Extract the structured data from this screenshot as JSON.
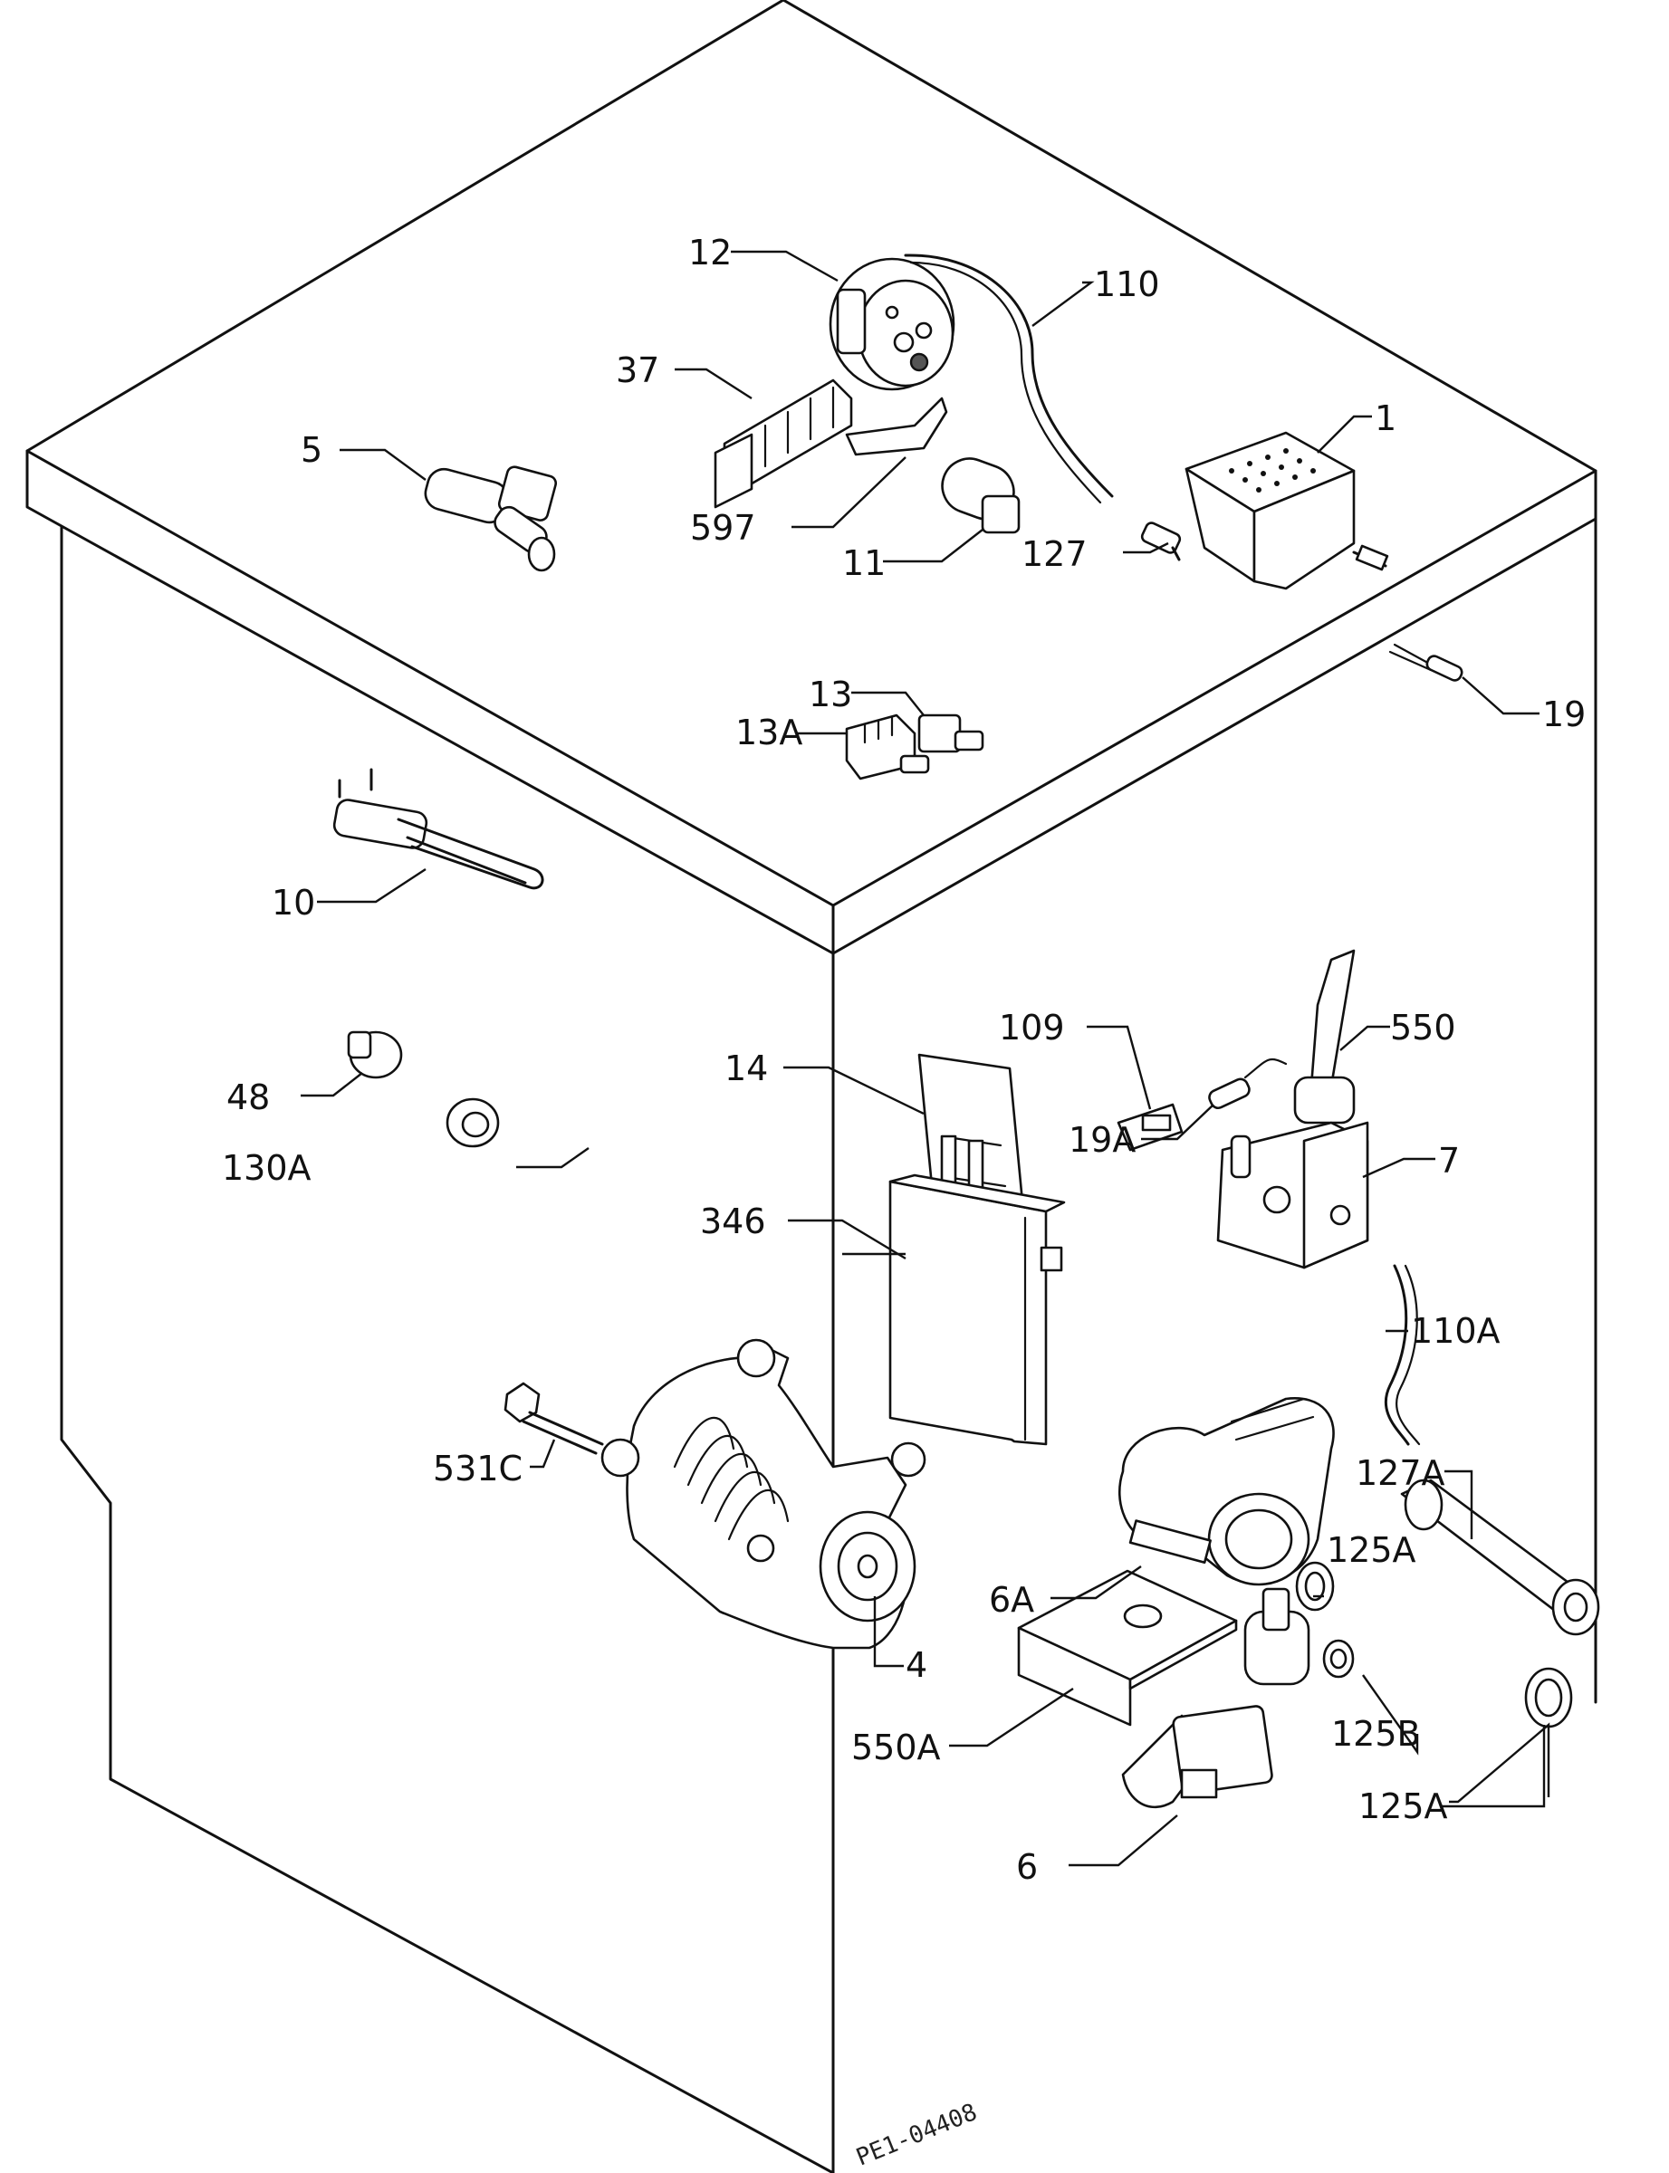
{
  "labels": {
    "l1": "1",
    "l4": "4",
    "l5": "5",
    "l6": "6",
    "l6A": "6A",
    "l7": "7",
    "l10": "10",
    "l11": "11",
    "l12": "12",
    "l13": "13",
    "l13A": "13A",
    "l14": "14",
    "l19": "19",
    "l19A": "19A",
    "l37": "37",
    "l48": "48",
    "l109": "109",
    "l110": "110",
    "l110A": "110A",
    "l125A_top": "125A",
    "l125A_bottom": "125A",
    "l125B": "125B",
    "l127": "127",
    "l127A": "127A",
    "l130A": "130A",
    "l346": "346",
    "l531C": "531C",
    "l550": "550",
    "l550A": "550A",
    "l597": "597"
  },
  "drawing_ref": "PE1-04408"
}
